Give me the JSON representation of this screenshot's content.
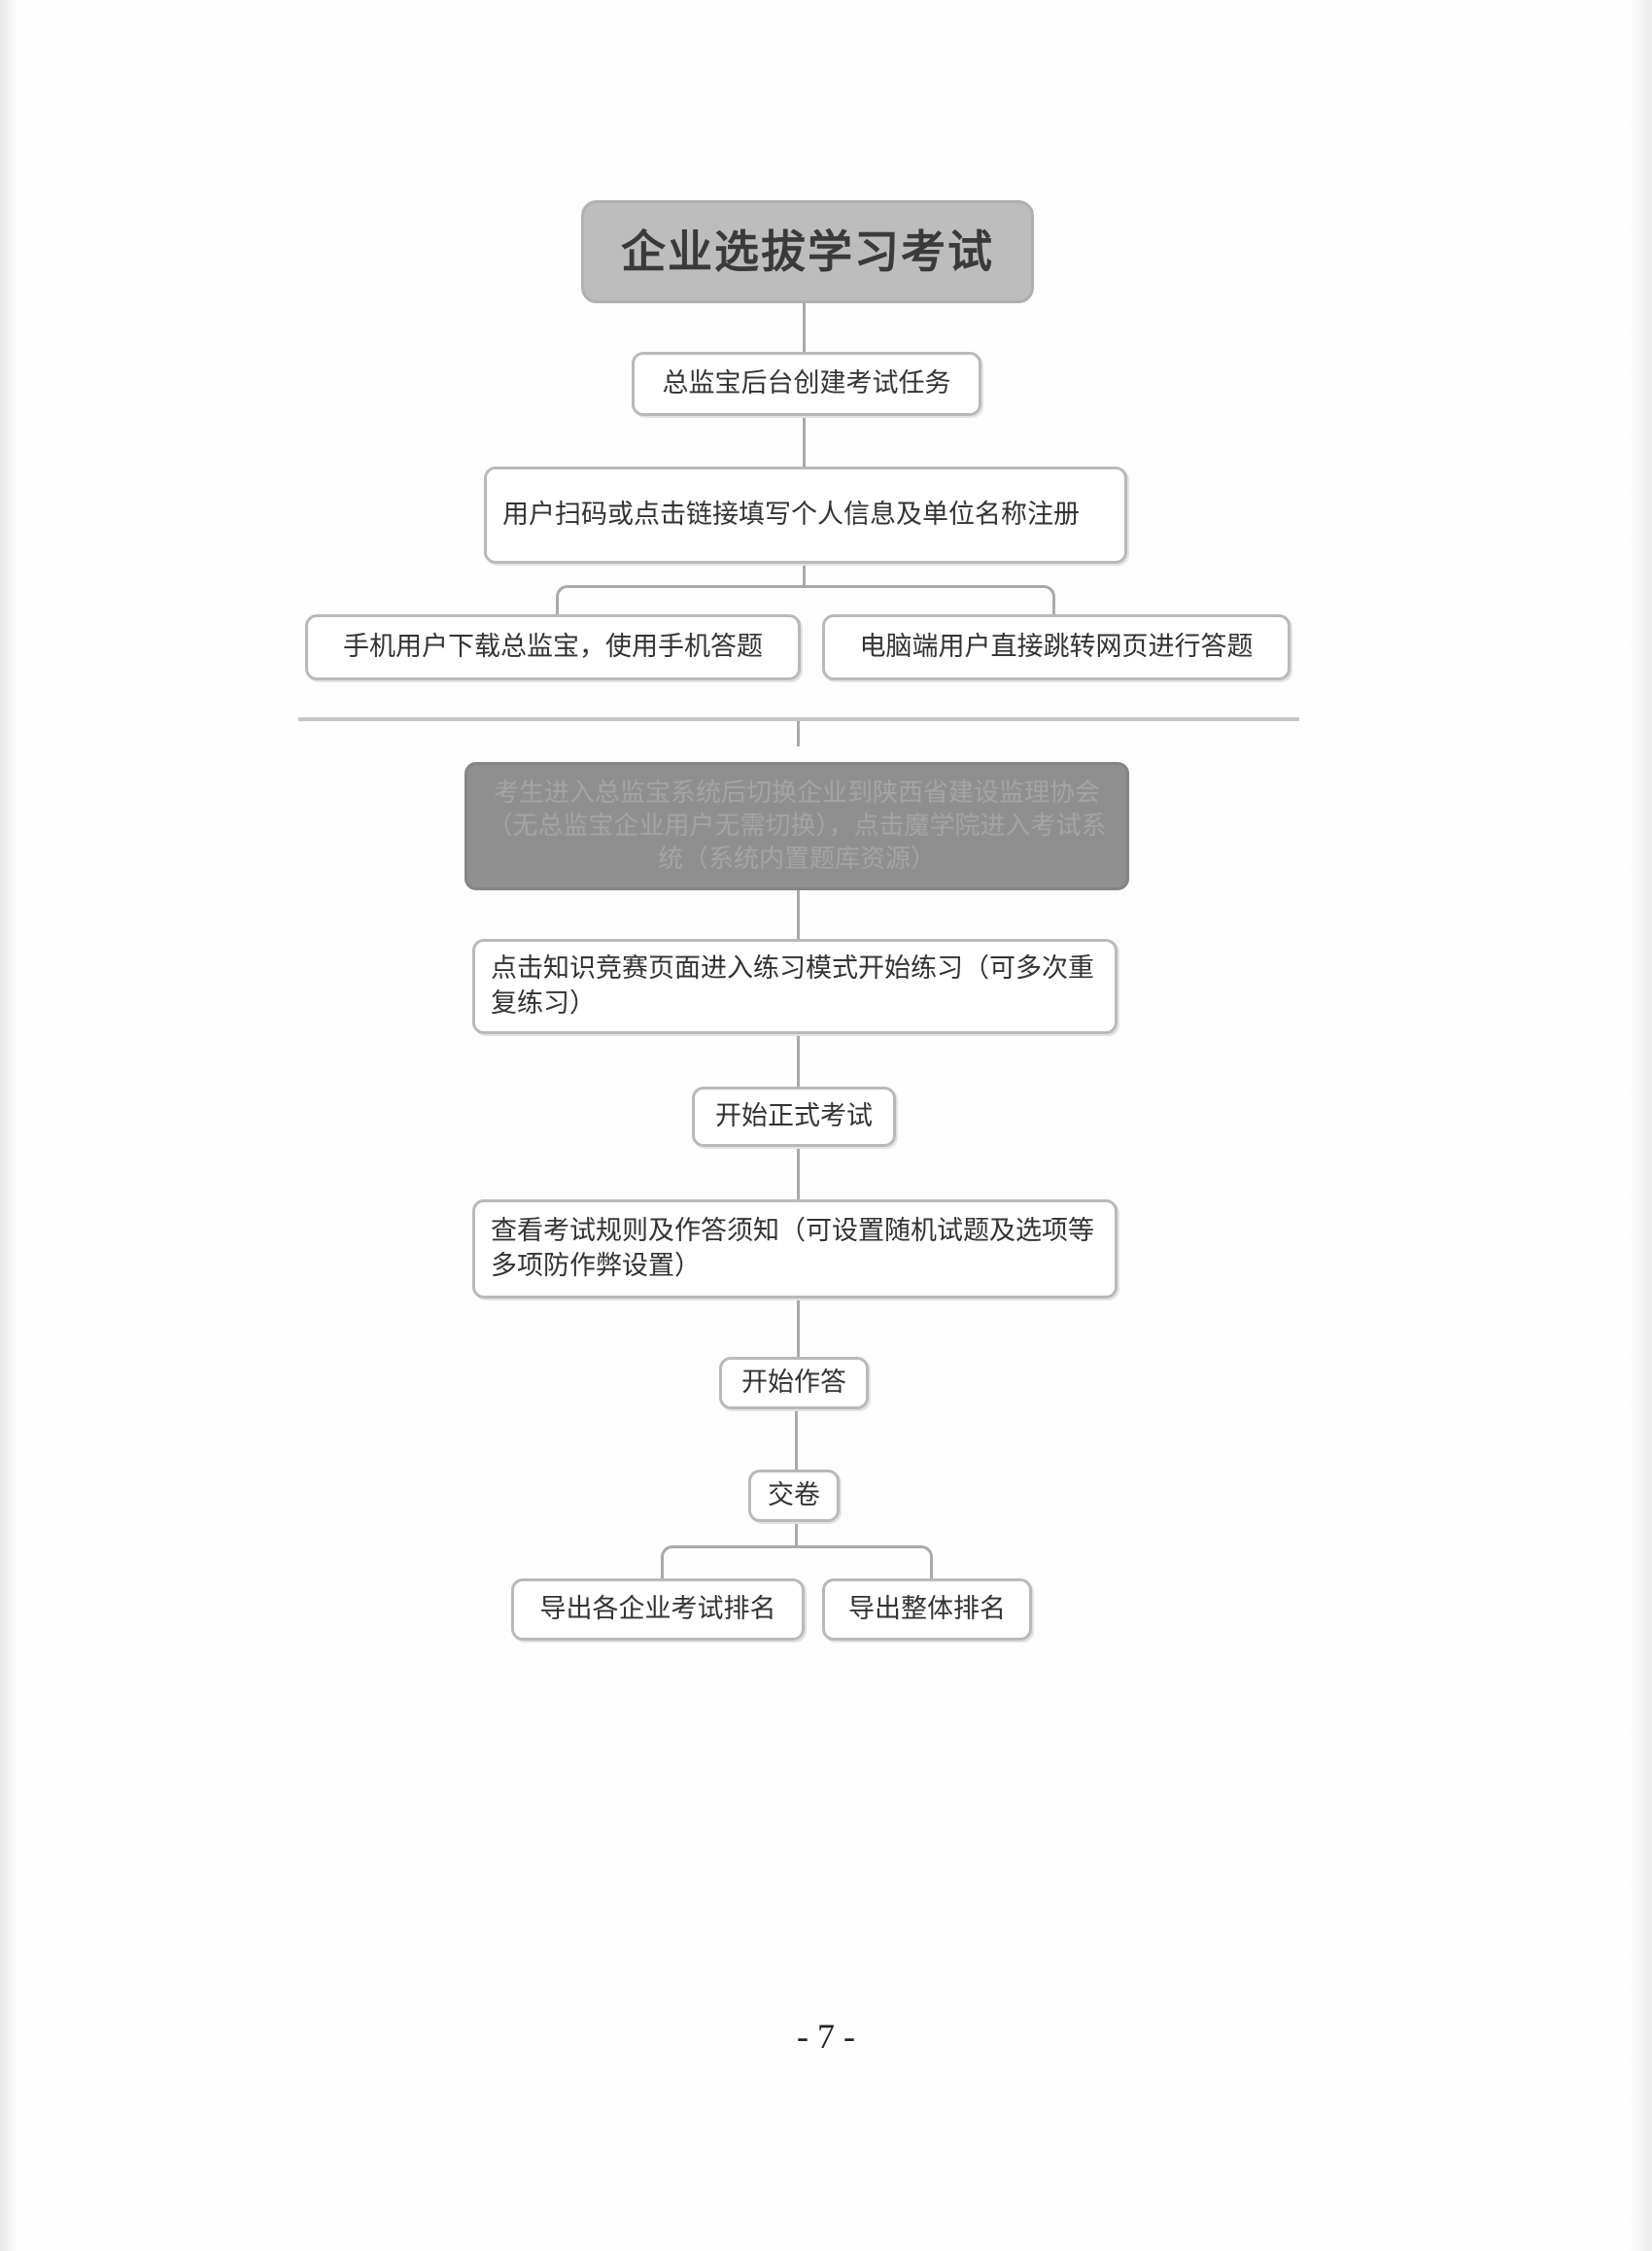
{
  "flowchart": {
    "title": "企业选拔学习考试",
    "steps": {
      "create_task": "总监宝后台创建考试任务",
      "register": "用户扫码或点击链接填写个人信息及单位名称注册",
      "mobile_answer": "手机用户下载总监宝，使用手机答题",
      "pc_answer": "电脑端用户直接跳转网页进行答题",
      "enter_system": "考生进入总监宝系统后切换企业到陕西省建设监理协会（无总监宝企业用户无需切换），点击魔学院进入考试系统（系统内置题库资源）",
      "practice": "点击知识竞赛页面进入练习模式开始练习（可多次重复练习）",
      "start_exam": "开始正式考试",
      "view_rules": "查看考试规则及作答须知（可设置随机试题及选项等多项防作弊设置）",
      "start_answer": "开始作答",
      "submit": "交卷",
      "export_company": "导出各企业考试排名",
      "export_overall": "导出整体排名"
    }
  },
  "page_number": "- 7 -"
}
